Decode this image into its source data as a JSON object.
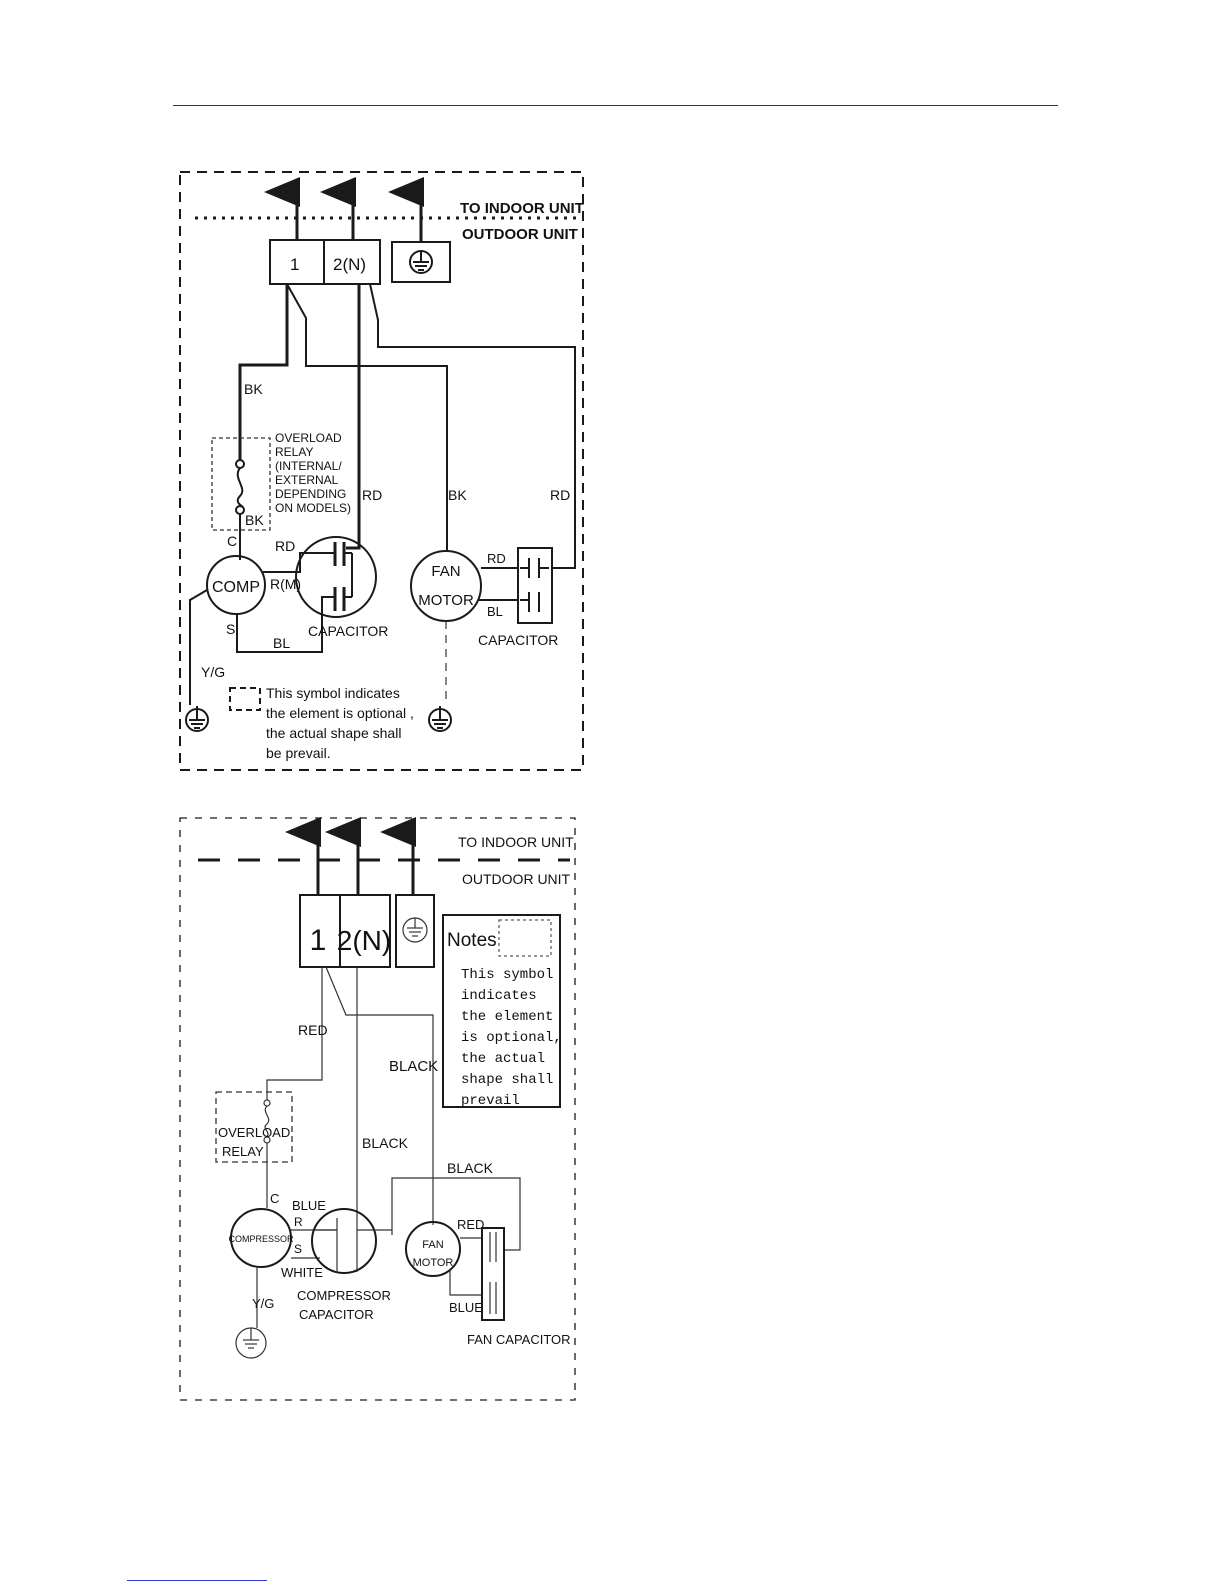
{
  "diagram1": {
    "to_indoor_unit": "TO INDOOR UNIT",
    "outdoor_unit": "OUTDOOR UNIT",
    "terminal_1": "1",
    "terminal_2": "2(N)",
    "wire_bk_top": "BK",
    "overload_relay_label": [
      "OVERLOAD",
      "RELAY",
      "(INTERNAL/",
      "EXTERNAL",
      "DEPENDING",
      "ON MODELS)"
    ],
    "wire_bk_relay": "BK",
    "wire_rd_center": "RD",
    "wire_bk_fan": "BK",
    "wire_rd_right": "RD",
    "pin_c": "C",
    "wire_rd_comp": "RD",
    "pin_rm": "R(M)",
    "compressor_label": "COMP",
    "pin_s": "S",
    "wire_bl_comp": "BL",
    "compressor_capacitor_label": "CAPACITOR",
    "fan_motor_label": [
      "FAN",
      "MOTOR"
    ],
    "wire_rd_fan": "RD",
    "wire_bl_fan": "BL",
    "fan_capacitor_label": "CAPACITOR",
    "wire_yg": "Y/G",
    "note": [
      "This symbol indicates",
      "the element is optional ,",
      "the actual shape shall",
      "be prevail."
    ]
  },
  "diagram2": {
    "to_indoor_unit": "TO INDOOR UNIT",
    "outdoor_unit": "OUTDOOR UNIT",
    "terminal_1": "1",
    "terminal_2": "2(N)",
    "notes_title": "Notes",
    "notes_text": [
      "This symbol",
      "indicates",
      "the element",
      "is optional,",
      "the actual",
      "shape shall",
      "prevail"
    ],
    "wire_red_top": "RED",
    "wire_black_mid": "BLACK",
    "overload_relay_label": [
      "OVERLOAD",
      "RELAY"
    ],
    "wire_black_center": "BLACK",
    "wire_black_fan": "BLACK",
    "pin_c": "C",
    "wire_blue_comp": "BLUE",
    "pin_r": "R",
    "pin_s": "S",
    "wire_white": "WHITE",
    "compressor_label": "COMPRESSOR",
    "wire_red_fan": "RED",
    "fan_motor_label": [
      "FAN",
      "MOTOR"
    ],
    "wire_blue_fan": "BLUE",
    "wire_yg": "Y/G",
    "compressor_capacitor_label": [
      "COMPRESSOR",
      "CAPACITOR"
    ],
    "fan_capacitor_label": "FAN CAPACITOR"
  }
}
